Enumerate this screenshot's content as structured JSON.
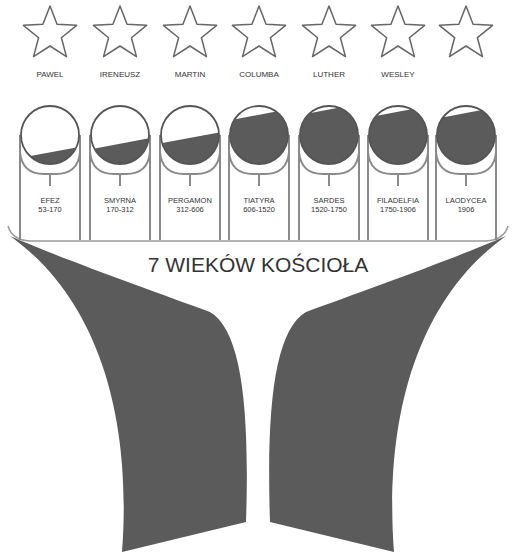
{
  "diagram": {
    "title": "7 WIEKÓW KOŚCIOŁA",
    "nodes": [
      {
        "text": [
          "PAWEL"
        ]
      },
      {
        "text": [
          "IRENEUSZ"
        ]
      },
      {
        "text": [
          "MARTIN"
        ]
      },
      {
        "text": [
          "COLUMBA"
        ]
      },
      {
        "text": [
          "LUTHER"
        ]
      },
      {
        "text": [
          "WESLEY"
        ]
      },
      {
        "text": [
          "EFEZ",
          "53-170"
        ]
      },
      {
        "text": [
          "SMYRNA",
          "170-312"
        ]
      },
      {
        "text": [
          "PERGAMON",
          "312-606"
        ]
      },
      {
        "text": [
          "TIATYRA",
          "606-1520"
        ]
      },
      {
        "text": [
          "SARDES",
          "1520-1750"
        ]
      },
      {
        "text": [
          "FILADELFIA",
          "1750-1906"
        ]
      },
      {
        "text": [
          "LAODYCEA",
          "1906"
        ]
      }
    ]
  }
}
